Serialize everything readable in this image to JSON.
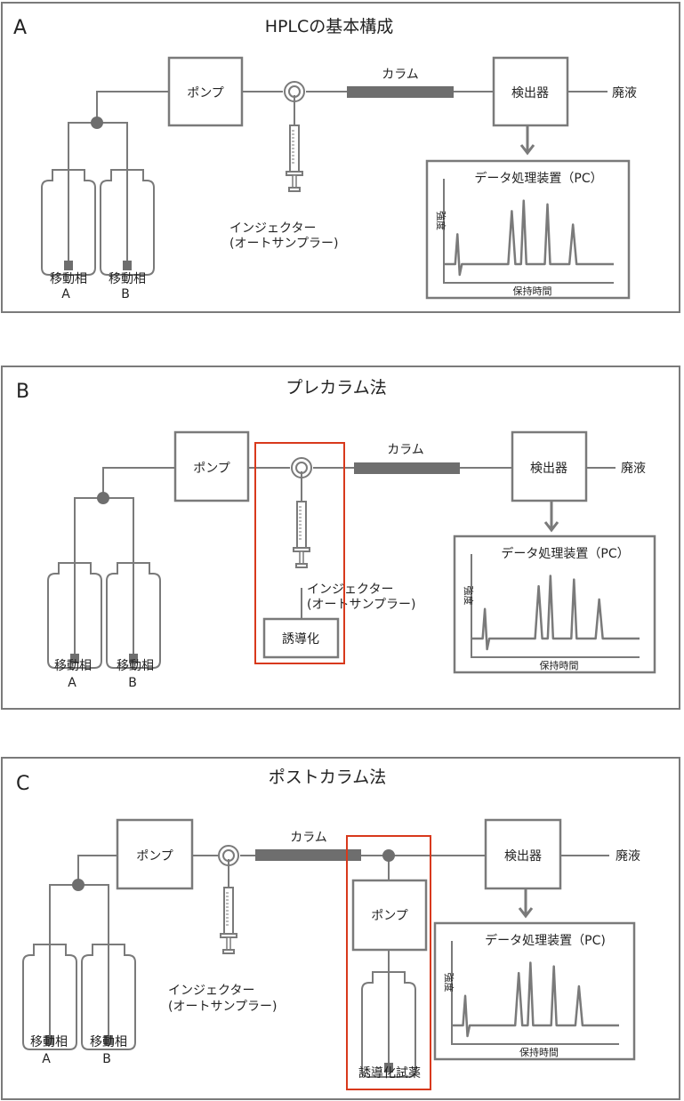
{
  "colors": {
    "line": "#7a7a7a",
    "liquid": "#dcecfa",
    "highlight": "#d8391c",
    "column": "#6e6e6e"
  },
  "panels": [
    {
      "letter": "A",
      "title": "HPLCの基本構成",
      "pump": "ポンプ",
      "column": "カラム",
      "detector": "検出器",
      "waste": "廃液",
      "injector": [
        "インジェクター",
        "(オートサンプラー)"
      ],
      "bottles": [
        {
          "line1": "移動相",
          "line2": "A"
        },
        {
          "line1": "移動相",
          "line2": "B"
        }
      ],
      "pc": {
        "title": "データ処理装置（PC）",
        "ylabel": "強度",
        "xlabel": "保持時間"
      }
    },
    {
      "letter": "B",
      "title": "プレカラム法",
      "pump": "ポンプ",
      "column": "カラム",
      "detector": "検出器",
      "waste": "廃液",
      "injector": [
        "インジェクター",
        "(オートサンプラー)"
      ],
      "derivatization": "誘導化",
      "bottles": [
        {
          "line1": "移動相",
          "line2": "A"
        },
        {
          "line1": "移動相",
          "line2": "B"
        }
      ],
      "pc": {
        "title": "データ処理装置（PC）",
        "ylabel": "強度",
        "xlabel": "保持時間"
      }
    },
    {
      "letter": "C",
      "title": "ポストカラム法",
      "pump": "ポンプ",
      "pump2": "ポンプ",
      "column": "カラム",
      "detector": "検出器",
      "waste": "廃液",
      "injector": [
        "インジェクター",
        "(オートサンプラー)"
      ],
      "reagent": "誘導化試薬",
      "bottles": [
        {
          "line1": "移動相",
          "line2": "A"
        },
        {
          "line1": "移動相",
          "line2": "B"
        }
      ],
      "pc": {
        "title": "データ処理装置（PC)",
        "ylabel": "強度",
        "xlabel": "保持時間"
      }
    }
  ],
  "chromatogram": {
    "description": "schematic chromatogram: solvent front disturbance followed by four peaks",
    "peaks_relative": [
      {
        "t": 0.08,
        "h": 0.4,
        "type": "solvent-front"
      },
      {
        "t": 0.4,
        "h": 0.71,
        "type": "peak"
      },
      {
        "t": 0.47,
        "h": 0.85,
        "type": "peak"
      },
      {
        "t": 0.61,
        "h": 0.8,
        "type": "peak"
      },
      {
        "t": 0.76,
        "h": 0.53,
        "type": "peak"
      }
    ]
  }
}
